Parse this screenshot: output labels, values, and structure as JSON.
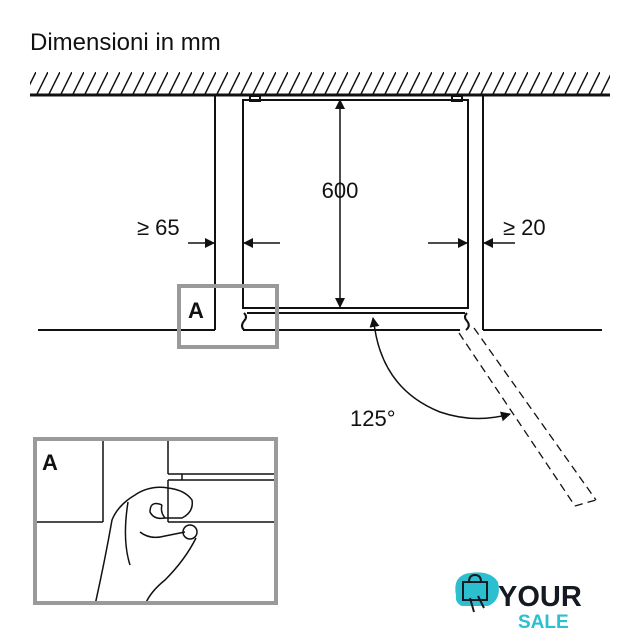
{
  "title": "Dimensioni in mm",
  "dimensions": {
    "height": "600",
    "left_gap": "≥ 65",
    "right_gap": "≥ 20",
    "door_angle": "125°"
  },
  "detail_label": "A",
  "detail_box_label": "A",
  "logo": {
    "line1": "YOUR",
    "line2": "SALE",
    "accent": "#2bbfcf",
    "dark": "#151a22"
  },
  "colors": {
    "line": "#111111",
    "detail_frame": "#9a9a9a"
  }
}
